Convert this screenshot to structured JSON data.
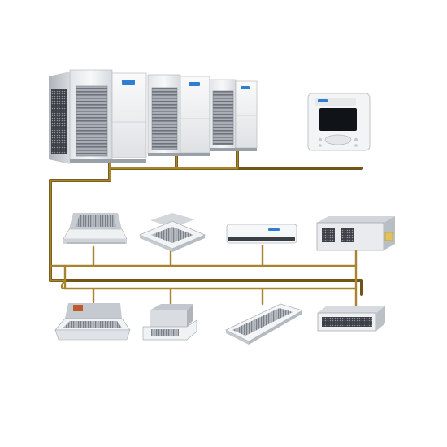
{
  "diagram": {
    "colors": {
      "pipe": "#9c7a2a",
      "pipe_shadow": "#6f5518",
      "unit_body": "#eef0f2",
      "unit_shade": "#c9ced4",
      "unit_dark": "#5b6068",
      "grille": "#8a9098",
      "screen": "#101418",
      "accent_blue": "#2e7fd1"
    },
    "components": [
      {
        "id": "outdoor-module-1",
        "kind": "outdoor-unit"
      },
      {
        "id": "outdoor-module-2",
        "kind": "outdoor-unit"
      },
      {
        "id": "outdoor-module-3",
        "kind": "outdoor-unit"
      },
      {
        "id": "wired-controller",
        "kind": "controller"
      },
      {
        "id": "ceiling-cassette-1way",
        "kind": "indoor-unit"
      },
      {
        "id": "ceiling-cassette-4way",
        "kind": "indoor-unit"
      },
      {
        "id": "wall-mounted-split",
        "kind": "indoor-unit"
      },
      {
        "id": "ducted-high-static",
        "kind": "indoor-unit"
      },
      {
        "id": "ceiling-cassette-2way",
        "kind": "indoor-unit"
      },
      {
        "id": "compact-cassette-4way",
        "kind": "indoor-unit"
      },
      {
        "id": "ceiling-floor-console",
        "kind": "indoor-unit"
      },
      {
        "id": "slim-duct",
        "kind": "indoor-unit"
      }
    ]
  }
}
